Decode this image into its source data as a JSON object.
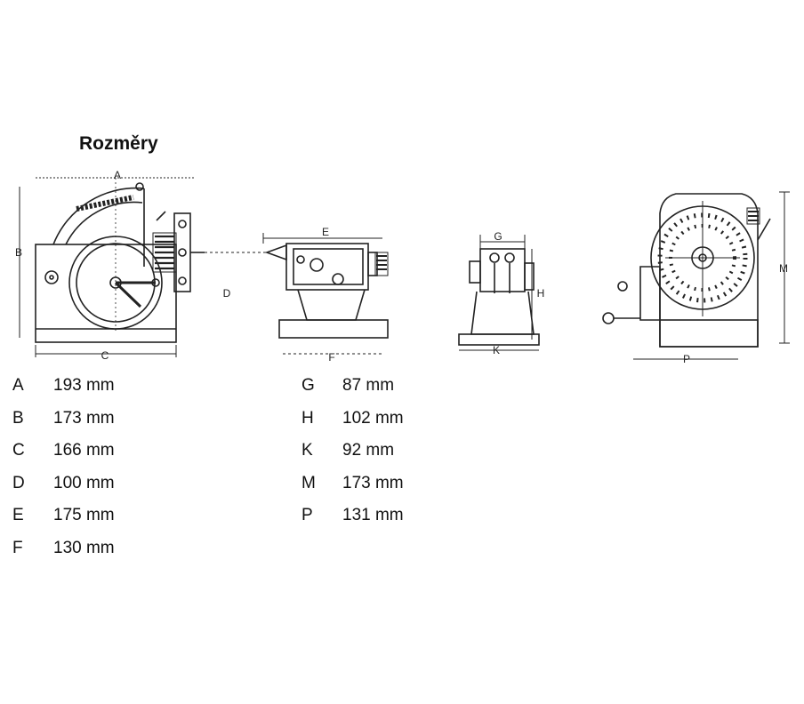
{
  "title": "Rozměry",
  "diagram_labels": [
    "A",
    "B",
    "C",
    "D",
    "E",
    "F",
    "G",
    "H",
    "K",
    "M",
    "P"
  ],
  "dimensions_left": [
    {
      "key": "A",
      "value": "193 mm"
    },
    {
      "key": "B",
      "value": "173 mm"
    },
    {
      "key": "C",
      "value": "166 mm"
    },
    {
      "key": "D",
      "value": "100 mm"
    },
    {
      "key": "E",
      "value": "175 mm"
    },
    {
      "key": "F",
      "value": "130 mm"
    }
  ],
  "dimensions_right": [
    {
      "key": "G",
      "value": "87 mm"
    },
    {
      "key": "H",
      "value": "102 mm"
    },
    {
      "key": "K",
      "value": "92 mm"
    },
    {
      "key": "M",
      "value": "173 mm"
    },
    {
      "key": "P",
      "value": "131 mm"
    }
  ]
}
